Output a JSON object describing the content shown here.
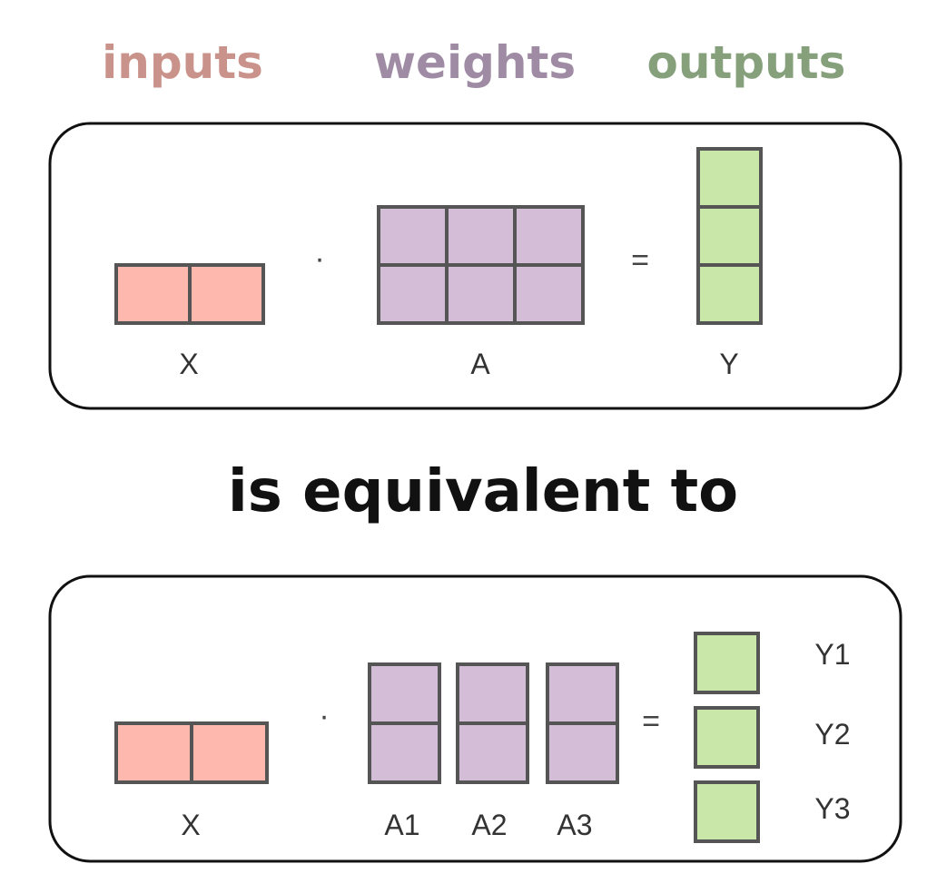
{
  "headers": {
    "inputs": "inputs",
    "weights": "weights",
    "outputs": "outputs"
  },
  "middle_text": "is equivalent to",
  "operators": {
    "dot": "·",
    "equals": "="
  },
  "top_panel": {
    "input_label": "X",
    "weights_label": "A",
    "output_label": "Y"
  },
  "bottom_panel": {
    "input_label": "X",
    "weights_labels": [
      "A1",
      "A2",
      "A3"
    ],
    "output_labels": [
      "Y1",
      "Y2",
      "Y3"
    ]
  },
  "colors": {
    "inputs_text": "#c9928a",
    "weights_text": "#9f8ca4",
    "outputs_text": "#86a07c",
    "input_cell": "#ffb8ad",
    "weight_cell": "#d4bdd6",
    "output_cell": "#c8e7a9",
    "cell_stroke": "#555555"
  }
}
